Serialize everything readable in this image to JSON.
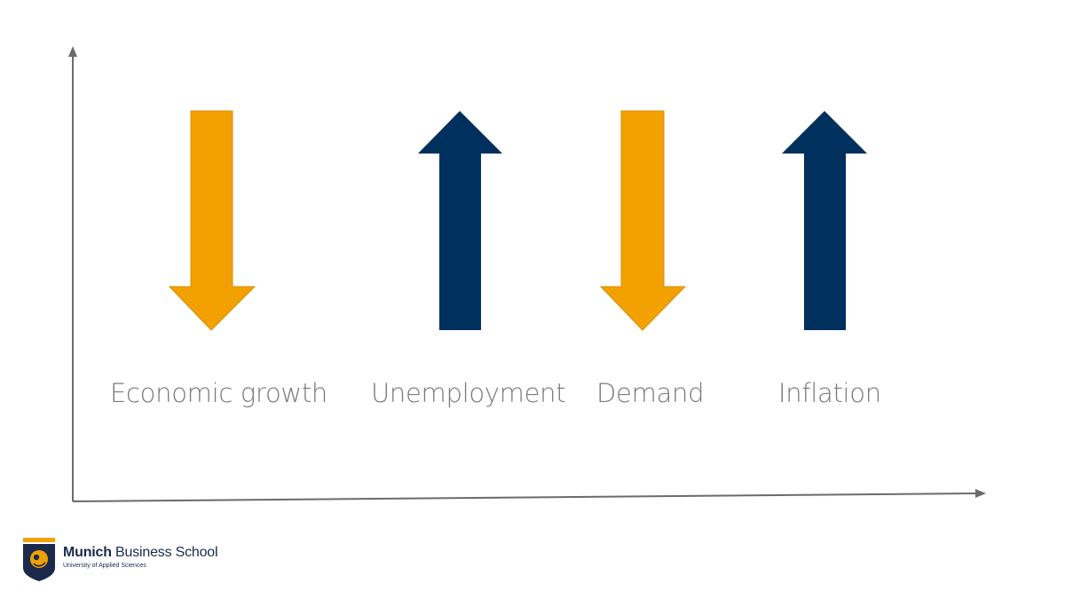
{
  "colors": {
    "accent_orange": "#F2A100",
    "accent_navy": "#00305E",
    "axis": "#6b6b6b",
    "label_text": "#7a7a7a"
  },
  "indicators": [
    {
      "label": "Economic growth",
      "direction": "down",
      "icon": "arrow-down-icon",
      "color": "#F2A100"
    },
    {
      "label": "Unemployment",
      "direction": "up",
      "icon": "arrow-up-icon",
      "color": "#00305E"
    },
    {
      "label": "Demand",
      "direction": "down",
      "icon": "arrow-down-icon",
      "color": "#F2A100"
    },
    {
      "label": "Inflation",
      "direction": "up",
      "icon": "arrow-up-icon",
      "color": "#00305E"
    }
  ],
  "logo": {
    "name_bold": "Munich",
    "name_rest": " Business School",
    "subtitle": "University of Applied Sciences",
    "icon": "lion-shield-icon"
  }
}
